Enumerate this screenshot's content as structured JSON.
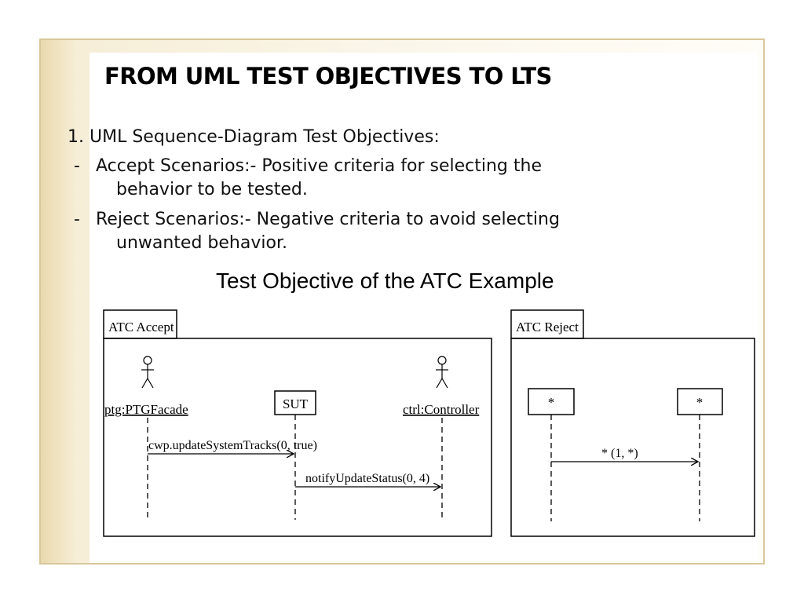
{
  "slide": {
    "title": "FROM UML TEST OBJECTIVES TO LTS",
    "intro": "1. UML Sequence-Diagram Test Objectives:",
    "bullets": [
      {
        "dash": "-",
        "first": "Accept Scenarios:- Positive criteria for selecting the",
        "cont": "behavior to be tested."
      },
      {
        "dash": "-",
        "first": "Reject Scenarios:- Negative criteria to avoid selecting",
        "cont": "unwanted behavior."
      }
    ],
    "caption": "Test Objective of the ATC Example"
  },
  "accept_diagram": {
    "label": "ATC Accept",
    "lifelines": [
      "ptg:PTGFacade",
      "SUT",
      "ctrl:Controller"
    ],
    "messages": [
      "cwp.updateSystemTracks(0, true)",
      "notifyUpdateStatus(0, 4)"
    ]
  },
  "reject_diagram": {
    "label": "ATC Reject",
    "lifelines": [
      "*",
      "*"
    ],
    "message": "* (1, *)"
  }
}
